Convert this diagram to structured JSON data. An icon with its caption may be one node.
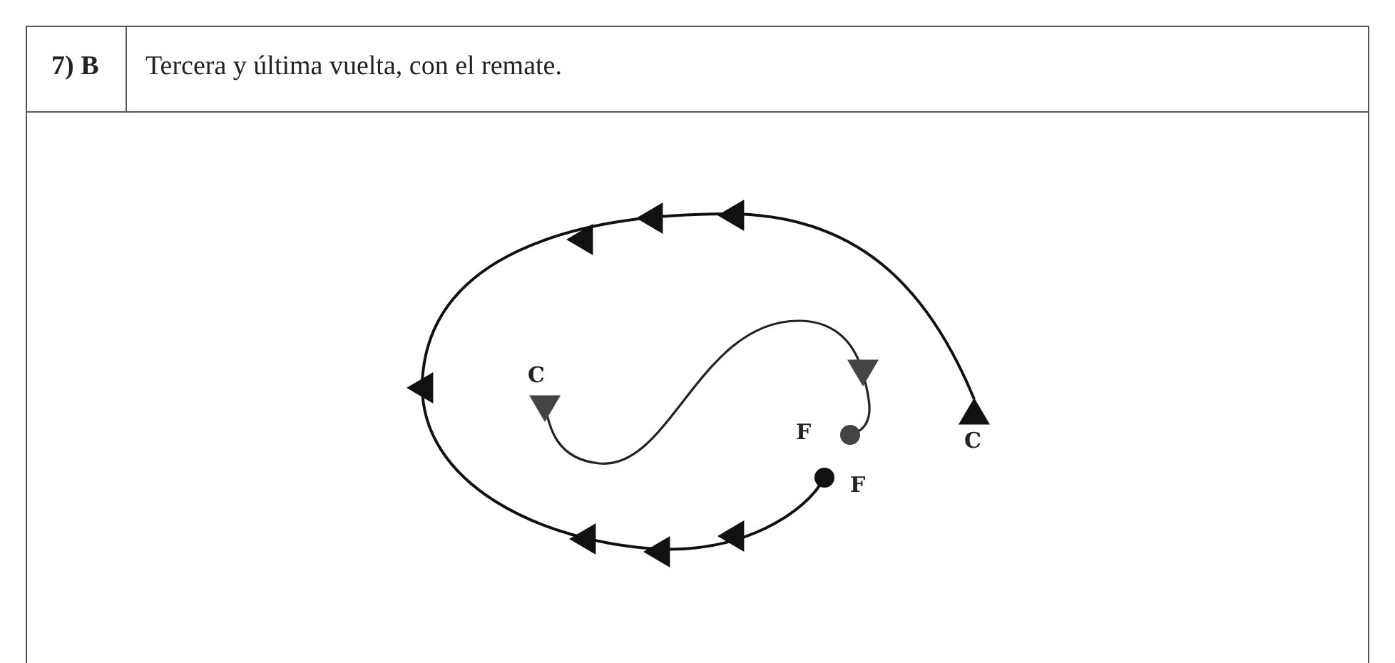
{
  "diagram": {
    "labels": [
      "7) B",
      "Tercera y última vuelta, con el remate.",
      "C",
      "C",
      "F",
      "F"
    ]
  }
}
